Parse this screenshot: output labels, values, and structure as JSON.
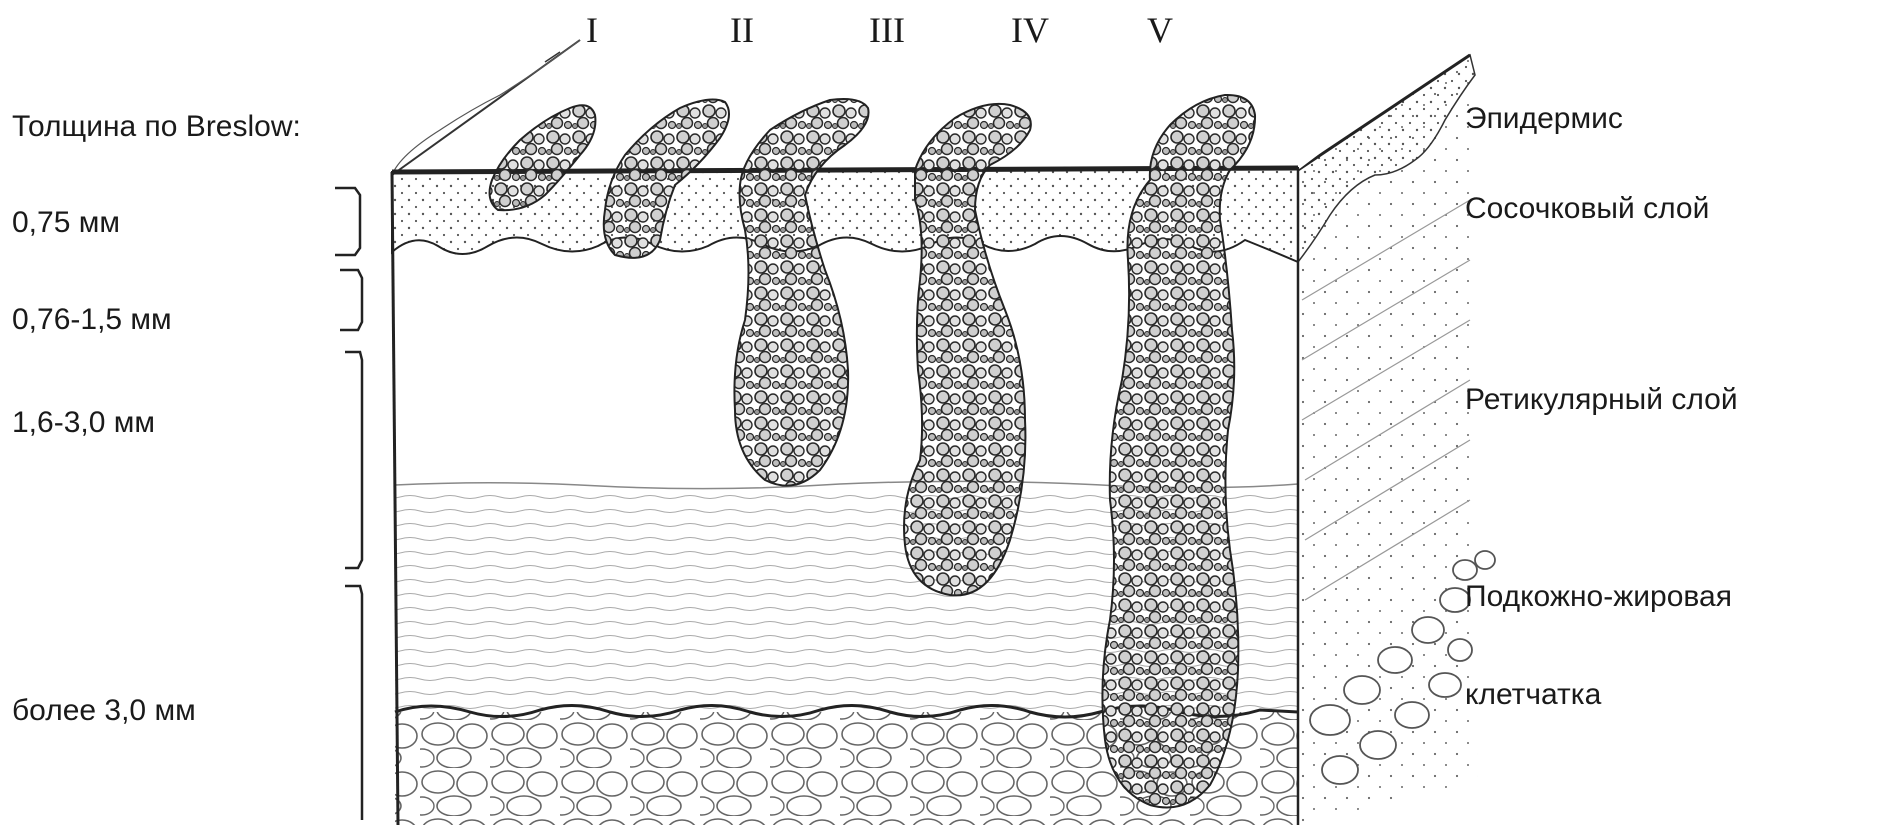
{
  "levels": [
    "I",
    "II",
    "III",
    "IV",
    "V"
  ],
  "breslow": {
    "title": "Толщина по Breslow:",
    "ranges": [
      "0,75 мм",
      "0,76-1,5 мм",
      "1,6-3,0 мм",
      "более 3,0 мм"
    ]
  },
  "layers": {
    "epidermis": "Эпидермис",
    "papillary": "Сосочковый слой",
    "reticular": "Ретикулярный слой",
    "subcutaneous_line1": "Подкожно-жировая",
    "subcutaneous_line2": "клетчатка"
  },
  "colors": {
    "ink": "#1a1a1a",
    "tumor": "#3a3a3a",
    "stipple": "#555555"
  }
}
